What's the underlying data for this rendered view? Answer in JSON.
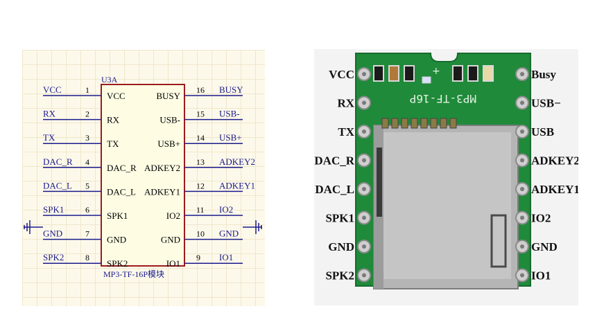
{
  "schematic": {
    "designator": "U3A",
    "component_name": "MP3-TF-16P模块",
    "left_pins": [
      {
        "number": "1",
        "inner": "VCC",
        "net": "VCC"
      },
      {
        "number": "2",
        "inner": "RX",
        "net": "RX"
      },
      {
        "number": "3",
        "inner": "TX",
        "net": "TX"
      },
      {
        "number": "4",
        "inner": "DAC_R",
        "net": "DAC_R"
      },
      {
        "number": "5",
        "inner": "DAC_L",
        "net": "DAC_L"
      },
      {
        "number": "6",
        "inner": "SPK1",
        "net": "SPK1"
      },
      {
        "number": "7",
        "inner": "GND",
        "net": "GND"
      },
      {
        "number": "8",
        "inner": "SPK2",
        "net": "SPK2"
      }
    ],
    "right_pins": [
      {
        "number": "16",
        "inner": "BUSY",
        "net": "BUSY"
      },
      {
        "number": "15",
        "inner": "USB-",
        "net": "USB-"
      },
      {
        "number": "14",
        "inner": "USB+",
        "net": "USB+"
      },
      {
        "number": "13",
        "inner": "ADKEY2",
        "net": "ADKEY2"
      },
      {
        "number": "12",
        "inner": "ADKEY1",
        "net": "ADKEY1"
      },
      {
        "number": "11",
        "inner": "IO2",
        "net": "IO2"
      },
      {
        "number": "10",
        "inner": "GND",
        "net": "GND"
      },
      {
        "number": "9",
        "inner": "IO1",
        "net": "IO1"
      }
    ]
  },
  "photo": {
    "silkscreen": "MP3-TF-16P",
    "left_labels": [
      "VCC",
      "RX",
      "TX",
      "DAC_R",
      "DAC_L",
      "SPK1",
      "GND",
      "SPK2"
    ],
    "right_labels": [
      "Busy",
      "USB−",
      "USB",
      "ADKEY2",
      "ADKEY1",
      "IO2",
      "GND",
      "IO1"
    ]
  },
  "colors": {
    "wire_blue": "#1a1a8c",
    "component_outline": "#9b1c1c",
    "component_fill": "#fefde4",
    "pcb_green": "#1f8a3a"
  }
}
